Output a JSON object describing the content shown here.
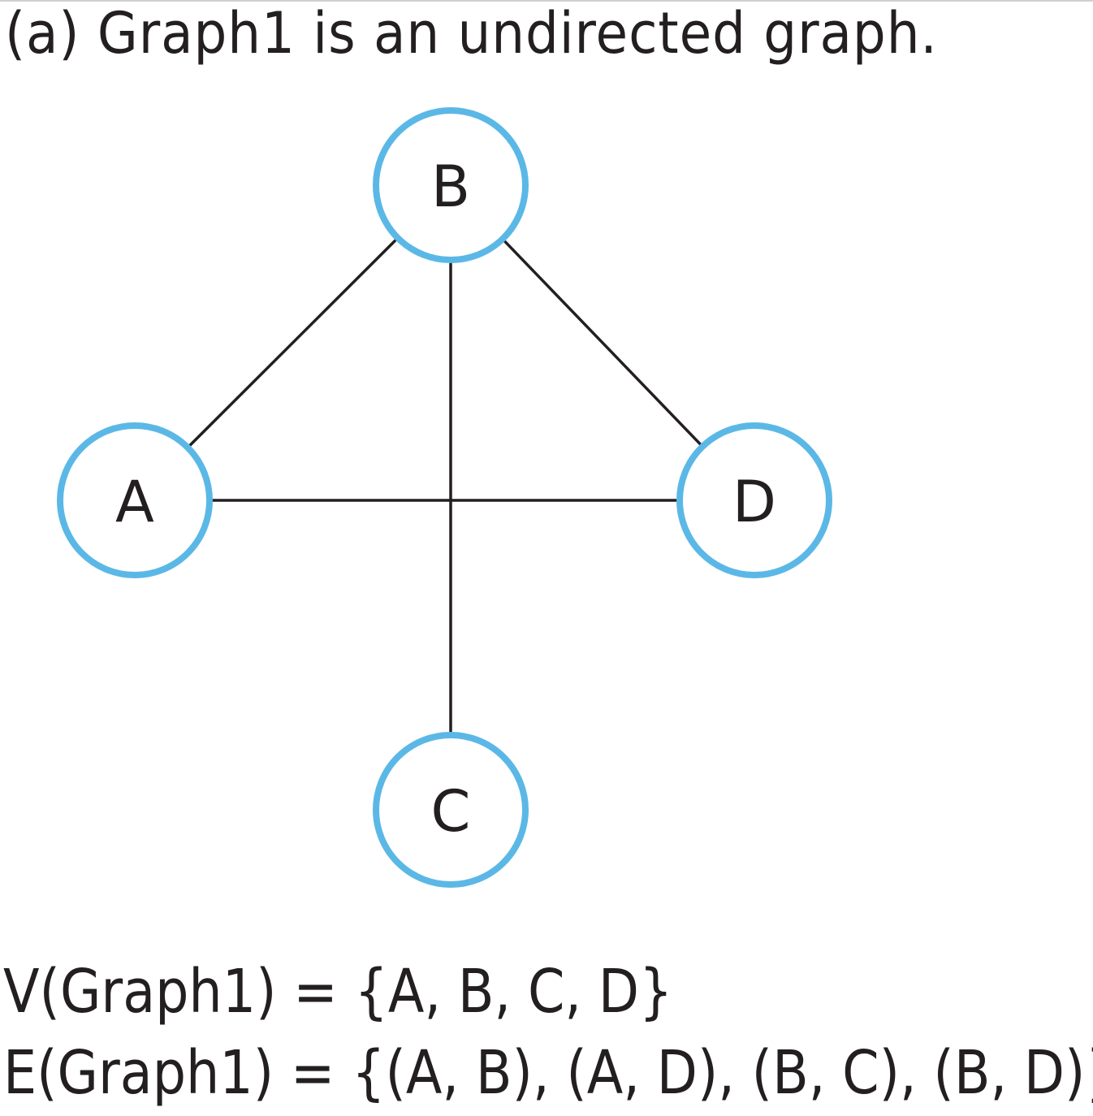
{
  "caption": "(a) Graph1 is an undirected graph.",
  "graph": {
    "nodes": [
      {
        "id": "A",
        "label": "A"
      },
      {
        "id": "B",
        "label": "B"
      },
      {
        "id": "C",
        "label": "C"
      },
      {
        "id": "D",
        "label": "D"
      }
    ],
    "edges": [
      {
        "from": "A",
        "to": "B"
      },
      {
        "from": "A",
        "to": "D"
      },
      {
        "from": "B",
        "to": "C"
      },
      {
        "from": "B",
        "to": "D"
      }
    ],
    "node_stroke_color": "#5bb8e6",
    "edge_color": "#231f20"
  },
  "sets": {
    "vertices": "V(Graph1) = {A, B, C, D}",
    "edges": "E(Graph1) = {(A, B), (A, D), (B, C), (B, D)}"
  }
}
